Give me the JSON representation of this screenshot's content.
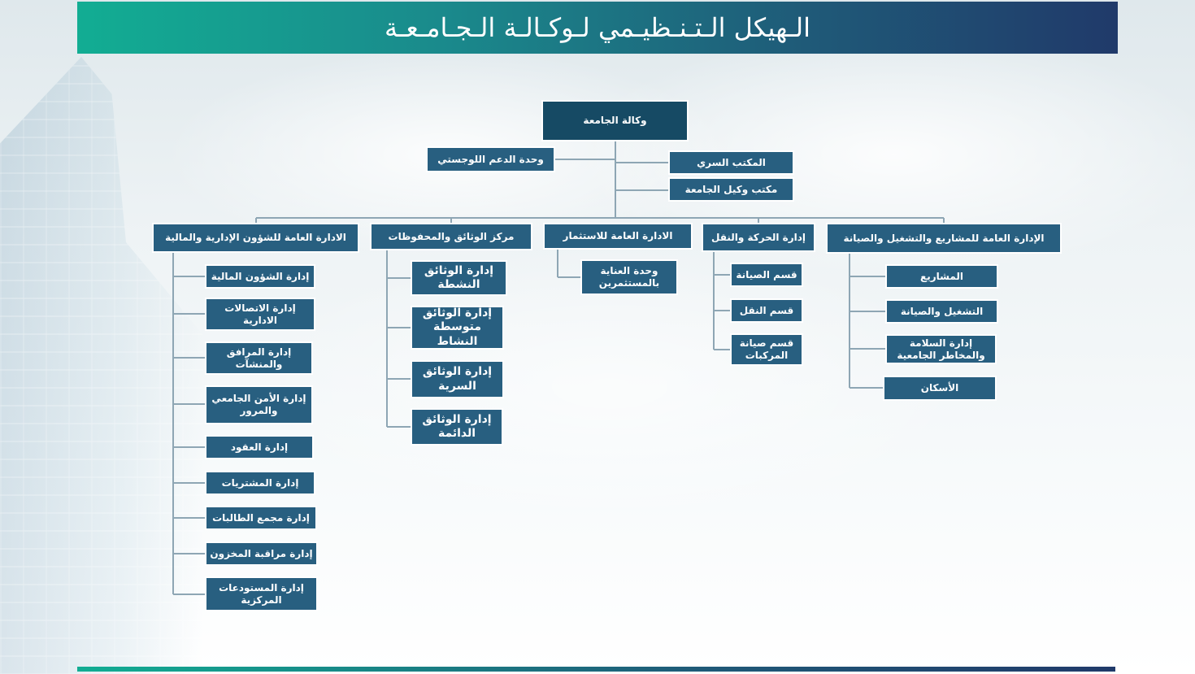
{
  "title": "الـهيكل الـتـنـظيـمي لـوكـالـة الـجـامـعـة",
  "root": "وكالة الجامعة",
  "side_units": {
    "logistics": "وحدة الدعم اللوجستي",
    "secret_office": "المكتب السري",
    "deputy_office": "مكتب وكيل الجامعة"
  },
  "departments": {
    "projects": {
      "label": "الإدارة العامة للمشاريع والتشغيل والصيانة",
      "children": [
        "المشاريع",
        "التشغيل والصيانة",
        "إدارة السلامة والمخاطر الجامعية",
        "الأسكان"
      ]
    },
    "transport": {
      "label": "إدارة الحركة والنقل",
      "children": [
        "قسم الصيانة",
        "قسم النقل",
        "قسم صيانة المركبات"
      ]
    },
    "investment": {
      "label": "الادارة العامة للاستثمار",
      "children": [
        "وحدة العناية بالمستثمرين"
      ]
    },
    "documents": {
      "label": "مركز الوثائق والمحفوظات",
      "children": [
        "إدارة الوثائق النشطة",
        "إدارة الوثائق متوسطة النشاط",
        "إدارة الوثائق السرية",
        "إدارة الوثائق الدائمة"
      ]
    },
    "admin": {
      "label": "الادارة العامة للشؤون الإدارية والمالية",
      "children": [
        "إدارة الشؤون المالية",
        "إدارة الاتصالات الادارية",
        "إدارة المرافق والمنشآت",
        "إدارة الأمن الجامعي والمرور",
        "إدارة العقود",
        "إدارة المشتريات",
        "إدارة مجمع الطالبات",
        "إدارة مراقبة المخزون",
        "إدارة المستودعات المركزية"
      ]
    }
  },
  "colors": {
    "box_fill": "#285f80",
    "line": "#8ea6b4",
    "title_gradient_start": "#12ad93",
    "title_gradient_end": "#203a6a"
  }
}
